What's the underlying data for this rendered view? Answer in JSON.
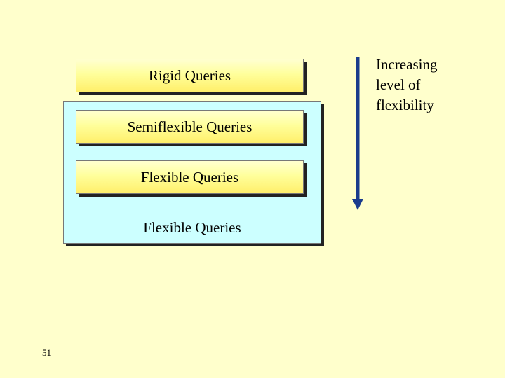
{
  "diagram": {
    "boxes": [
      {
        "label": "Rigid Queries"
      },
      {
        "label": "Semiflexible Queries"
      },
      {
        "label": "Flexible Queries"
      }
    ],
    "container_label": "Flexible Queries",
    "arrow_label": [
      "Increasing",
      "level of",
      "flexibility"
    ],
    "colors": {
      "background": "#ffffcc",
      "box_fill": "#ffff99",
      "container_fill": "#ccffff",
      "arrow": "#1a3c8c"
    }
  },
  "footer": {
    "page_number": "51"
  }
}
